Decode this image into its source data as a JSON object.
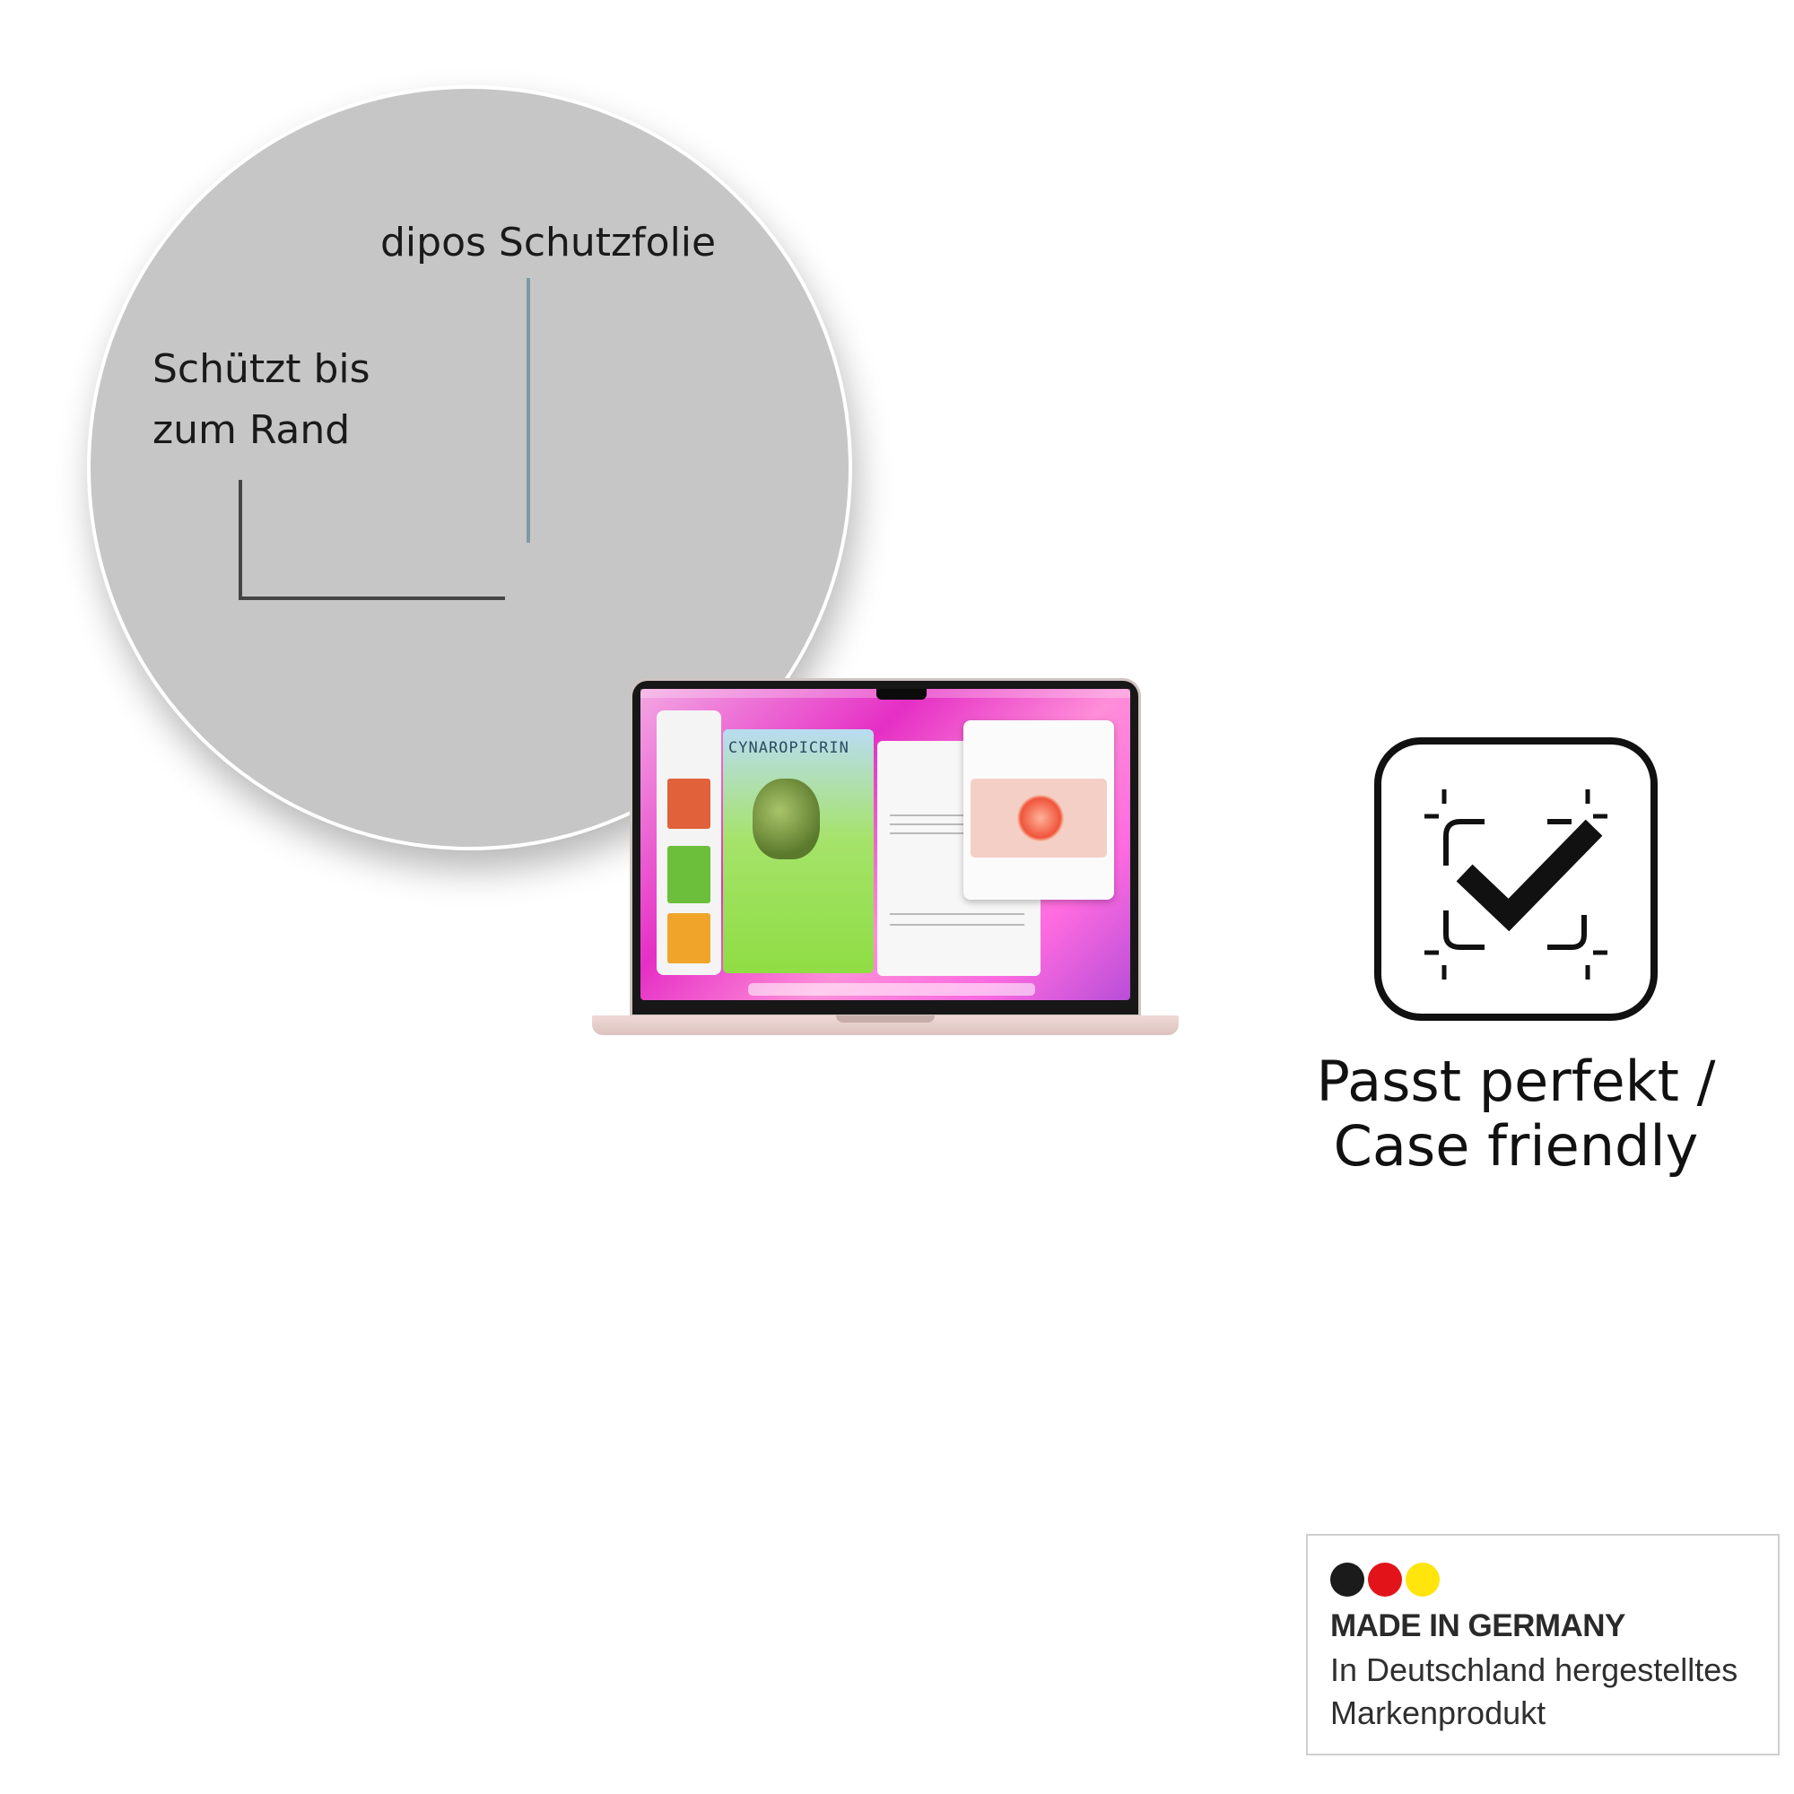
{
  "zoom_callout": {
    "title": "dipos Schutzfolie",
    "subtitle_line1": "Schützt bis",
    "subtitle_line2": "zum Rand"
  },
  "laptop_screen": {
    "poster_title": "CYNAROPICRIN"
  },
  "case_friendly": {
    "icon": "check-frame-icon",
    "label_line1": "Passt perfekt /",
    "label_line2": "Case friendly"
  },
  "made_in_germany": {
    "flag_colors": [
      "#1b1b1b",
      "#e2141a",
      "#ffe50b"
    ],
    "title": "MADE IN GERMANY",
    "line1": "In Deutschland hergestelltes",
    "line2": "Markenprodukt"
  }
}
